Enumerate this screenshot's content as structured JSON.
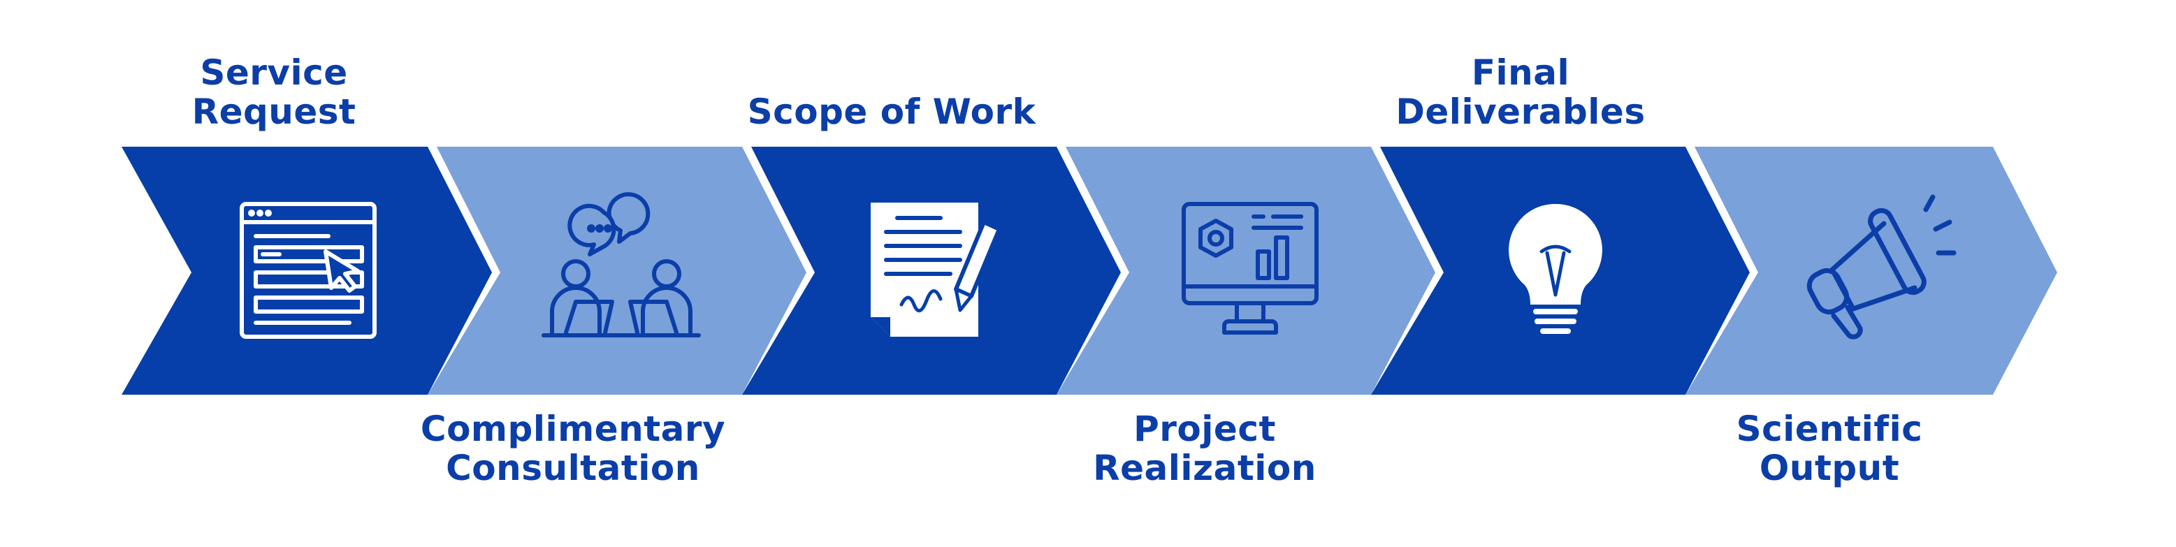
{
  "colors": {
    "dark": "#063fa9",
    "light": "#7aa1d9",
    "icon_on_dark": "#ffffff",
    "icon_on_light": "#0b3ea8",
    "text": "#0b3ea8"
  },
  "steps": [
    {
      "label_lines": [
        "Service",
        "Request"
      ],
      "position": "top",
      "shade": "dark",
      "icon": "web-form-icon"
    },
    {
      "label_lines": [
        "Complimentary",
        "Consultation"
      ],
      "position": "bottom",
      "shade": "light",
      "icon": "consultation-icon"
    },
    {
      "label_lines": [
        "Scope of Work"
      ],
      "position": "top",
      "shade": "dark",
      "icon": "signed-document-icon"
    },
    {
      "label_lines": [
        "Project",
        "Realization"
      ],
      "position": "bottom",
      "shade": "light",
      "icon": "analytics-monitor-icon"
    },
    {
      "label_lines": [
        "Final",
        "Deliverables"
      ],
      "position": "top",
      "shade": "dark",
      "icon": "lightbulb-icon"
    },
    {
      "label_lines": [
        "Scientific",
        "Output"
      ],
      "position": "bottom",
      "shade": "light",
      "icon": "megaphone-icon"
    }
  ]
}
